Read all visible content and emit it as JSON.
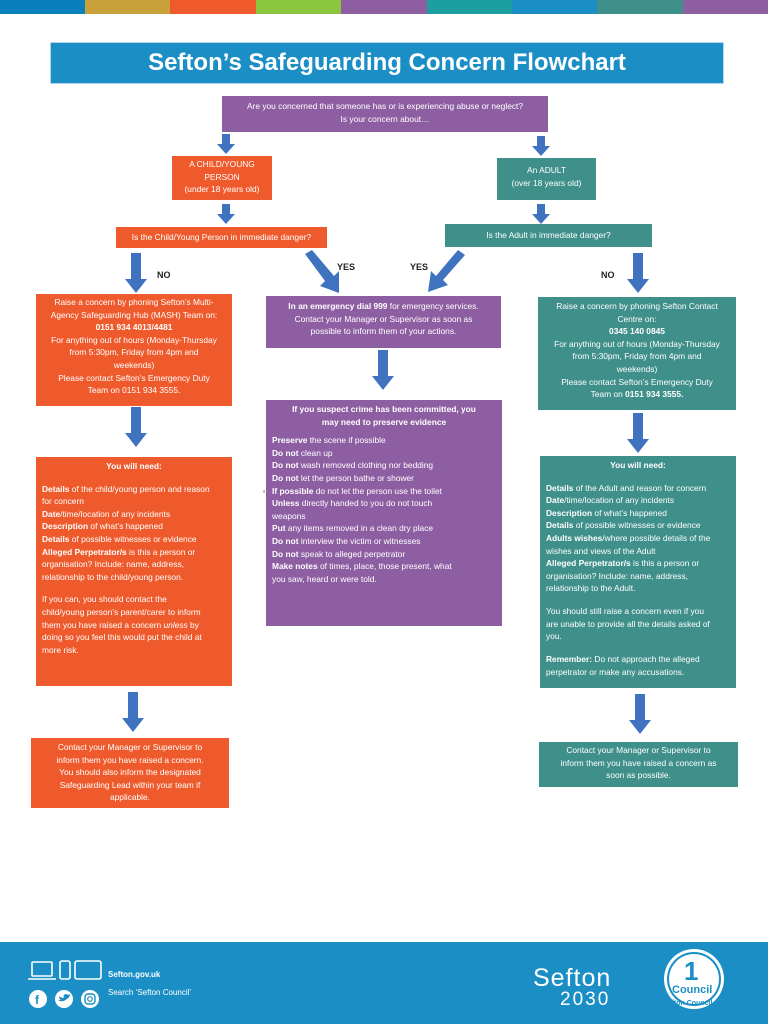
{
  "title": "Sefton’s Safeguarding Concern Flowchart",
  "colors": {
    "strip": [
      "#0a7fbd",
      "#c9a13a",
      "#ef5a2c",
      "#8cc63f",
      "#8e5ea2",
      "#1b9fa0",
      "#1b8fc5",
      "#3f8f8b",
      "#8e5ea2"
    ],
    "purple": "#8e5ea2",
    "teal": "#3f8f8b",
    "orange": "#ef5a2c",
    "blue": "#1b8fc5",
    "arrow": "#3f73bf"
  },
  "question": {
    "line1": "Are you concerned that someone has or is experiencing abuse or neglect?",
    "line2": "Is your concern about…"
  },
  "child": {
    "line1": "A CHILD/YOUNG",
    "line2": "PERSON",
    "line3": "(under 18 years old)"
  },
  "adult": {
    "line1": "An ADULT",
    "line2": "(over 18 years old)"
  },
  "child_danger": "Is the Child/Young Person in immediate danger?",
  "adult_danger": "Is the Adult in immediate danger?",
  "labels": {
    "no_left": "NO",
    "yes_left": "YES",
    "yes_right": "YES",
    "no_right": "NO"
  },
  "child_raise": {
    "l1": "Raise a concern by phoning Sefton’s Multi-",
    "l2": "Agency Safeguarding Hub (MASH) Team on:",
    "phone": "0151 934 4013/4481",
    "l3": "For anything out of hours (Monday-Thursday",
    "l4": "from 5:30pm, Friday from 4pm and",
    "l5": "weekends)",
    "l6": "Please contact Sefton’s Emergency Duty",
    "l7": "Team on 0151 934 3555."
  },
  "emergency": {
    "bold": "In an emergency dial 999",
    "rest": " for emergency services.",
    "l2": "Contact your Manager or Supervisor as soon as",
    "l3": "possible to inform them of your actions."
  },
  "adult_raise": {
    "l1": "Raise a concern by phoning Sefton Contact",
    "l2": "Centre on:",
    "phone": "0345 140 0845",
    "l3": "For anything out of hours (Monday-Thursday",
    "l4": "from 5:30pm, Friday from 4pm and",
    "l5": "weekends)",
    "l6": "Please contact Sefton’s Emergency Duty",
    "l7a": "Team on ",
    "l7b": "0151 934 3555."
  },
  "crime": {
    "heading1": "If you suspect crime has been committed, you",
    "heading2": "may need to preserve evidence",
    "items": [
      {
        "b": "Preserve",
        "t": " the scene if possible"
      },
      {
        "b": "Do not",
        "t": " clean up"
      },
      {
        "b": "Do not",
        "t": " wash removed clothing nor bedding"
      },
      {
        "b": "Do not",
        "t": " let the person bathe or shower"
      },
      {
        "b": "If possible",
        "t": " do not let the person use the toilet"
      },
      {
        "b": "Unless",
        "t": " directly handed to you do not touch"
      },
      {
        "b": "",
        "t": "weapons"
      },
      {
        "b": "Put",
        "t": " any items removed in a clean dry place"
      },
      {
        "b": "Do not",
        "t": " interview the victim or witnesses"
      },
      {
        "b": "Do not",
        "t": " speak to alleged perpetrator"
      },
      {
        "b": "Make notes",
        "t": " of times, place, those present, what"
      },
      {
        "b": "",
        "t": "you saw, heard or were told."
      }
    ]
  },
  "child_need": {
    "heading": "You will need:",
    "items": [
      {
        "b": "Details",
        "t": " of the child/young person and reason"
      },
      {
        "b": "",
        "t": "for concern"
      },
      {
        "b": "Date",
        "t": "/time/location of any incidents"
      },
      {
        "b": "Description",
        "t": " of what’s happened"
      },
      {
        "b": "Details",
        "t": " of possible witnesses or evidence"
      },
      {
        "b": "Alleged Perpetrator/s",
        "t": " is this a person or"
      },
      {
        "b": "",
        "t": "organisation? Include: name, address,"
      },
      {
        "b": "",
        "t": "relationship to the child/young person."
      }
    ],
    "para": [
      "If you can, you should contact the",
      "child/young person’s parent/carer to inform",
      "them you have raised a concern ",
      "doing so you feel this would put the child at",
      "more risk."
    ],
    "unless": "unless",
    "by": " by"
  },
  "adult_need": {
    "heading": "You will need:",
    "items": [
      {
        "b": "Details",
        "t": " of the Adult and reason for concern"
      },
      {
        "b": "Date",
        "t": "/time/location of any incidents"
      },
      {
        "b": "Description",
        "t": " of what’s happened"
      },
      {
        "b": "Details",
        "t": " of possible witnesses or evidence"
      },
      {
        "b": "Adults wishes",
        "t": "/where possible details of the"
      },
      {
        "b": "",
        "t": "wishes and views of the Adult"
      },
      {
        "b": "Alleged Perpetrator/s",
        "t": " is this a person or"
      },
      {
        "b": "",
        "t": "organisation? Include: name, address,"
      },
      {
        "b": "",
        "t": "relationship to the Adult."
      }
    ],
    "para1": [
      "You should still raise a concern even if you",
      "are unable to provide all the details asked of",
      "you."
    ],
    "remember_b": "Remember:",
    "remember_t": "  Do not approach the alleged",
    "remember_t2": "perpetrator or make any accusations."
  },
  "child_final": [
    "Contact your Manager or Supervisor to",
    "inform them you have raised a concern.",
    "You should also inform the designated",
    "Safeguarding Lead within your team if",
    "applicable."
  ],
  "adult_final": [
    "Contact your Manager or Supervisor to",
    "inform them you have raised a concern as",
    "soon as possible."
  ],
  "footer": {
    "website": "Sefton.gov.uk",
    "search": "Search ‘Sefton Council’",
    "logo_word": "Sefton",
    "logo_year": "2030",
    "council_number": "1",
    "council_word": "Council",
    "council_name": "Sefton Council"
  }
}
